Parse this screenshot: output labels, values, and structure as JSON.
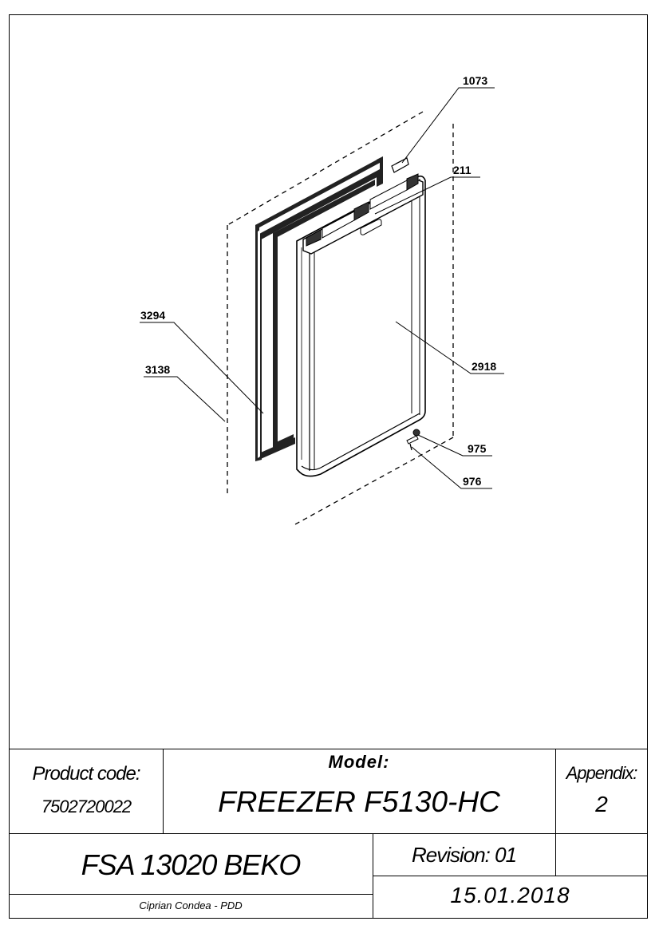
{
  "callouts": [
    {
      "id": "1073",
      "text": "1073"
    },
    {
      "id": "211",
      "text": "211"
    },
    {
      "id": "3294",
      "text": "3294"
    },
    {
      "id": "3138",
      "text": "3138"
    },
    {
      "id": "2918",
      "text": "2918"
    },
    {
      "id": "975",
      "text": "975"
    },
    {
      "id": "976",
      "text": "976"
    }
  ],
  "title_block": {
    "product_code_label": "Product code:",
    "product_code_value": "7502720022",
    "model_label": "Model:",
    "model_value": "FREEZER F5130-HC",
    "appendix_label": "Appendix:",
    "appendix_value": "2",
    "product_name": "FSA 13020 BEKO",
    "revision": "Revision: 01",
    "author": "Ciprian Condea - PDD",
    "date": "15.01.2018"
  }
}
